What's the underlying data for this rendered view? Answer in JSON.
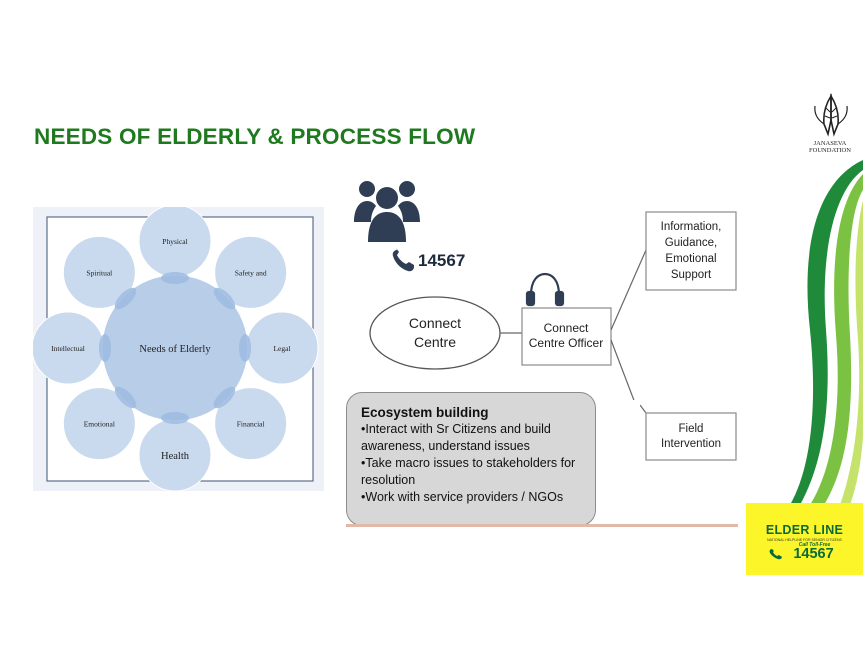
{
  "slide": {
    "title": "NEEDS OF ELDERLY & PROCESS FLOW",
    "logo_name": "lotus-hands-logo",
    "logo_text_line1": "JANASEVA",
    "logo_text_line2": "FOUNDATION"
  },
  "needs_diagram": {
    "center": "Needs of Elderly",
    "petals": [
      "Physical",
      "Safety and",
      "Legal",
      "Financial",
      "Health",
      "Emotional",
      "Intellectual",
      "Spiritual"
    ],
    "colors": {
      "outer": "#c9daee",
      "center": "#b7cde8",
      "overlap": "#9dbbe0",
      "border": "#5d6d8a"
    }
  },
  "process_flow": {
    "helpline": "14567",
    "connect_centre": "Connect\nCentre",
    "officer": "Connect\nCentre Officer",
    "info_box": "Information,\nGuidance,\nEmotional\nSupport",
    "field_box": "Field\nIntervention",
    "icons": {
      "people": "group-of-people-icon",
      "phone": "phone-icon",
      "headset": "headset-icon"
    },
    "colors": {
      "icon": "#2f3e55",
      "box_border": "#8a8a8a"
    }
  },
  "ecosystem": {
    "heading": "Ecosystem building",
    "bullets": [
      "•Interact with Sr Citizens and build awareness, understand issues",
      "•Take macro issues to stakeholders for resolution",
      "•Work with service providers / NGOs"
    ]
  },
  "elder_line": {
    "title": "ELDER LINE",
    "subtitle": "NATIONAL HELPLINE FOR SENIOR CITIZENS",
    "call_text": "Call Toll-Free",
    "number": "14567",
    "colors": {
      "background": "#fbf52a",
      "text": "#0a6b3a"
    }
  },
  "decor": {
    "swoosh_colors": [
      "#1e8a3a",
      "#7cc242",
      "#c5e26a"
    ]
  }
}
